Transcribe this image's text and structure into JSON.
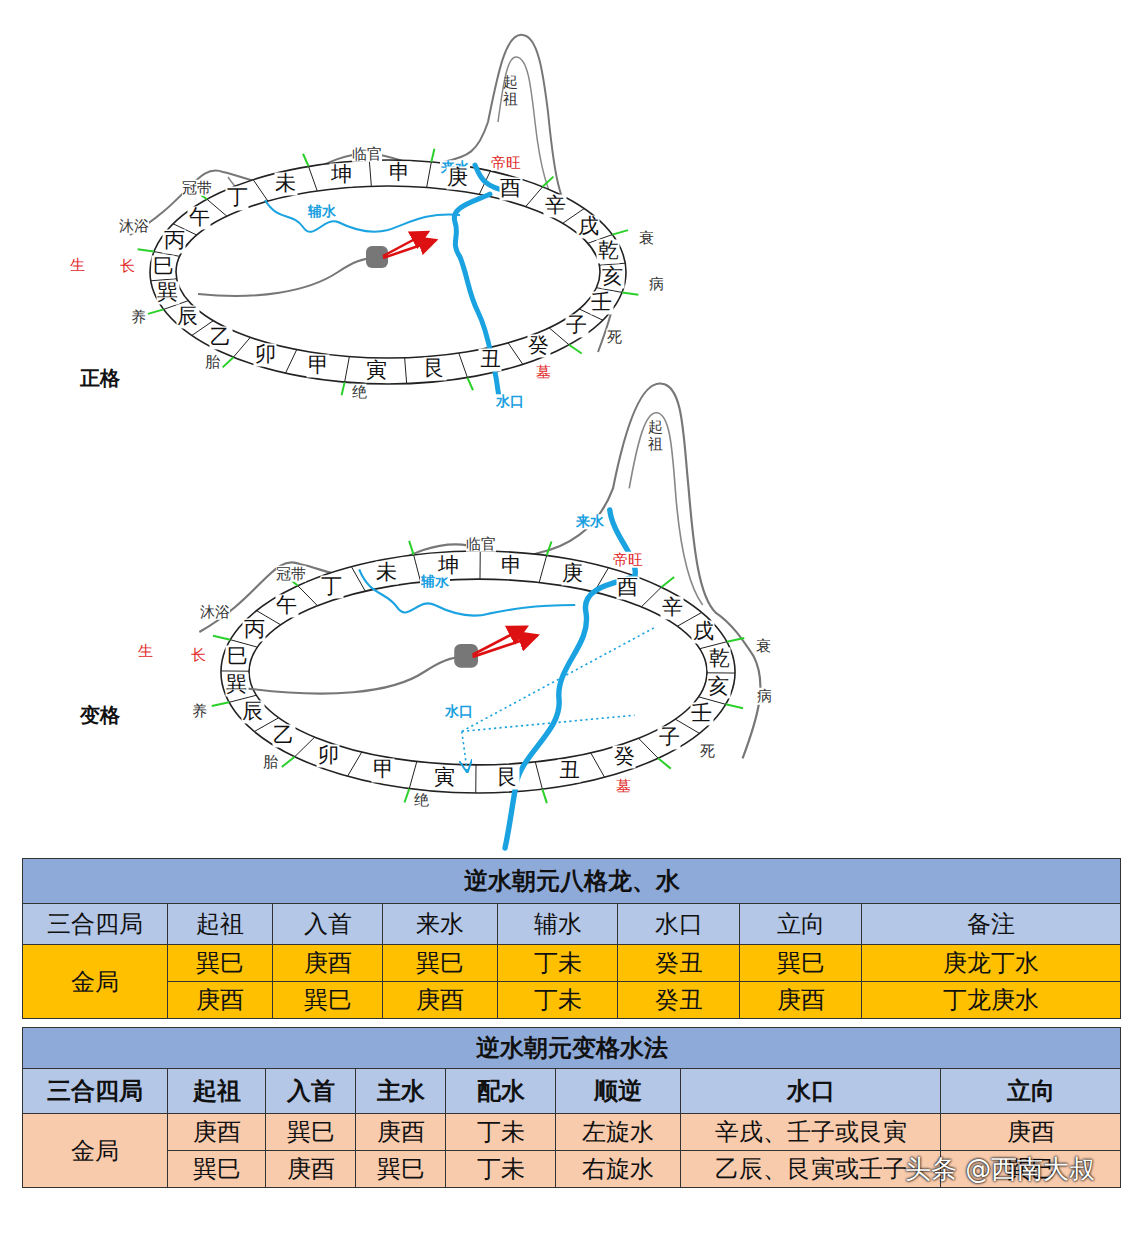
{
  "diagram": {
    "labels": [
      "正格",
      "起祖",
      "来水",
      "辅水",
      "水口",
      "临官",
      "冠带",
      "沐浴",
      "生",
      "长",
      "养",
      "胎",
      "绝",
      "墓",
      "死",
      "病",
      "衰",
      "帝旺",
      "申",
      "庚",
      "酉",
      "辛",
      "戌",
      "乾",
      "亥",
      "壬",
      "子",
      "癸",
      "丑",
      "艮",
      "寅",
      "甲",
      "卯",
      "乙",
      "辰",
      "巽",
      "巳",
      "丙",
      "午",
      "丁",
      "未",
      "坤",
      "变格",
      "起祖",
      "来水",
      "辅水",
      "水口",
      "临官",
      "冠带",
      "沐浴",
      "生",
      "长",
      "养",
      "胎",
      "绝",
      "墓",
      "死",
      "病",
      "衰",
      "帝旺",
      "申",
      "庚",
      "酉",
      "辛",
      "戌",
      "乾",
      "亥",
      "壬",
      "子",
      "癸",
      "丑",
      "艮",
      "寅",
      "甲",
      "卯",
      "乙",
      "辰",
      "巽",
      "巳",
      "丙",
      "午",
      "丁",
      "未",
      "坤",
      "逆水朝元八格龙、水",
      "三合四局",
      "起祖",
      "入首",
      "来水",
      "辅水",
      "水口",
      "立向",
      "备注",
      "金局",
      "巽巳",
      "庚酉",
      "巽巳",
      "丁未",
      "癸丑",
      "巽巳",
      "庚龙丁水",
      "庚酉",
      "巽巳",
      "庚酉",
      "丁未",
      "癸丑",
      "庚酉",
      "丁龙庚水",
      "逆水朝元变格水法",
      "三合四局",
      "起祖",
      "入首",
      "主水",
      "配水",
      "顺逆",
      "水口",
      "立向",
      "金局",
      "庚酉",
      "巽巳",
      "庚酉",
      "丁未",
      "左旋水",
      "辛戌、壬子或艮寅",
      "庚酉",
      "巽巳",
      "庚酉",
      "巽巳",
      "丁未",
      "右旋水",
      "乙辰、艮寅或壬子",
      "巽巳",
      "头条 @西南大叔"
    ]
  }
}
